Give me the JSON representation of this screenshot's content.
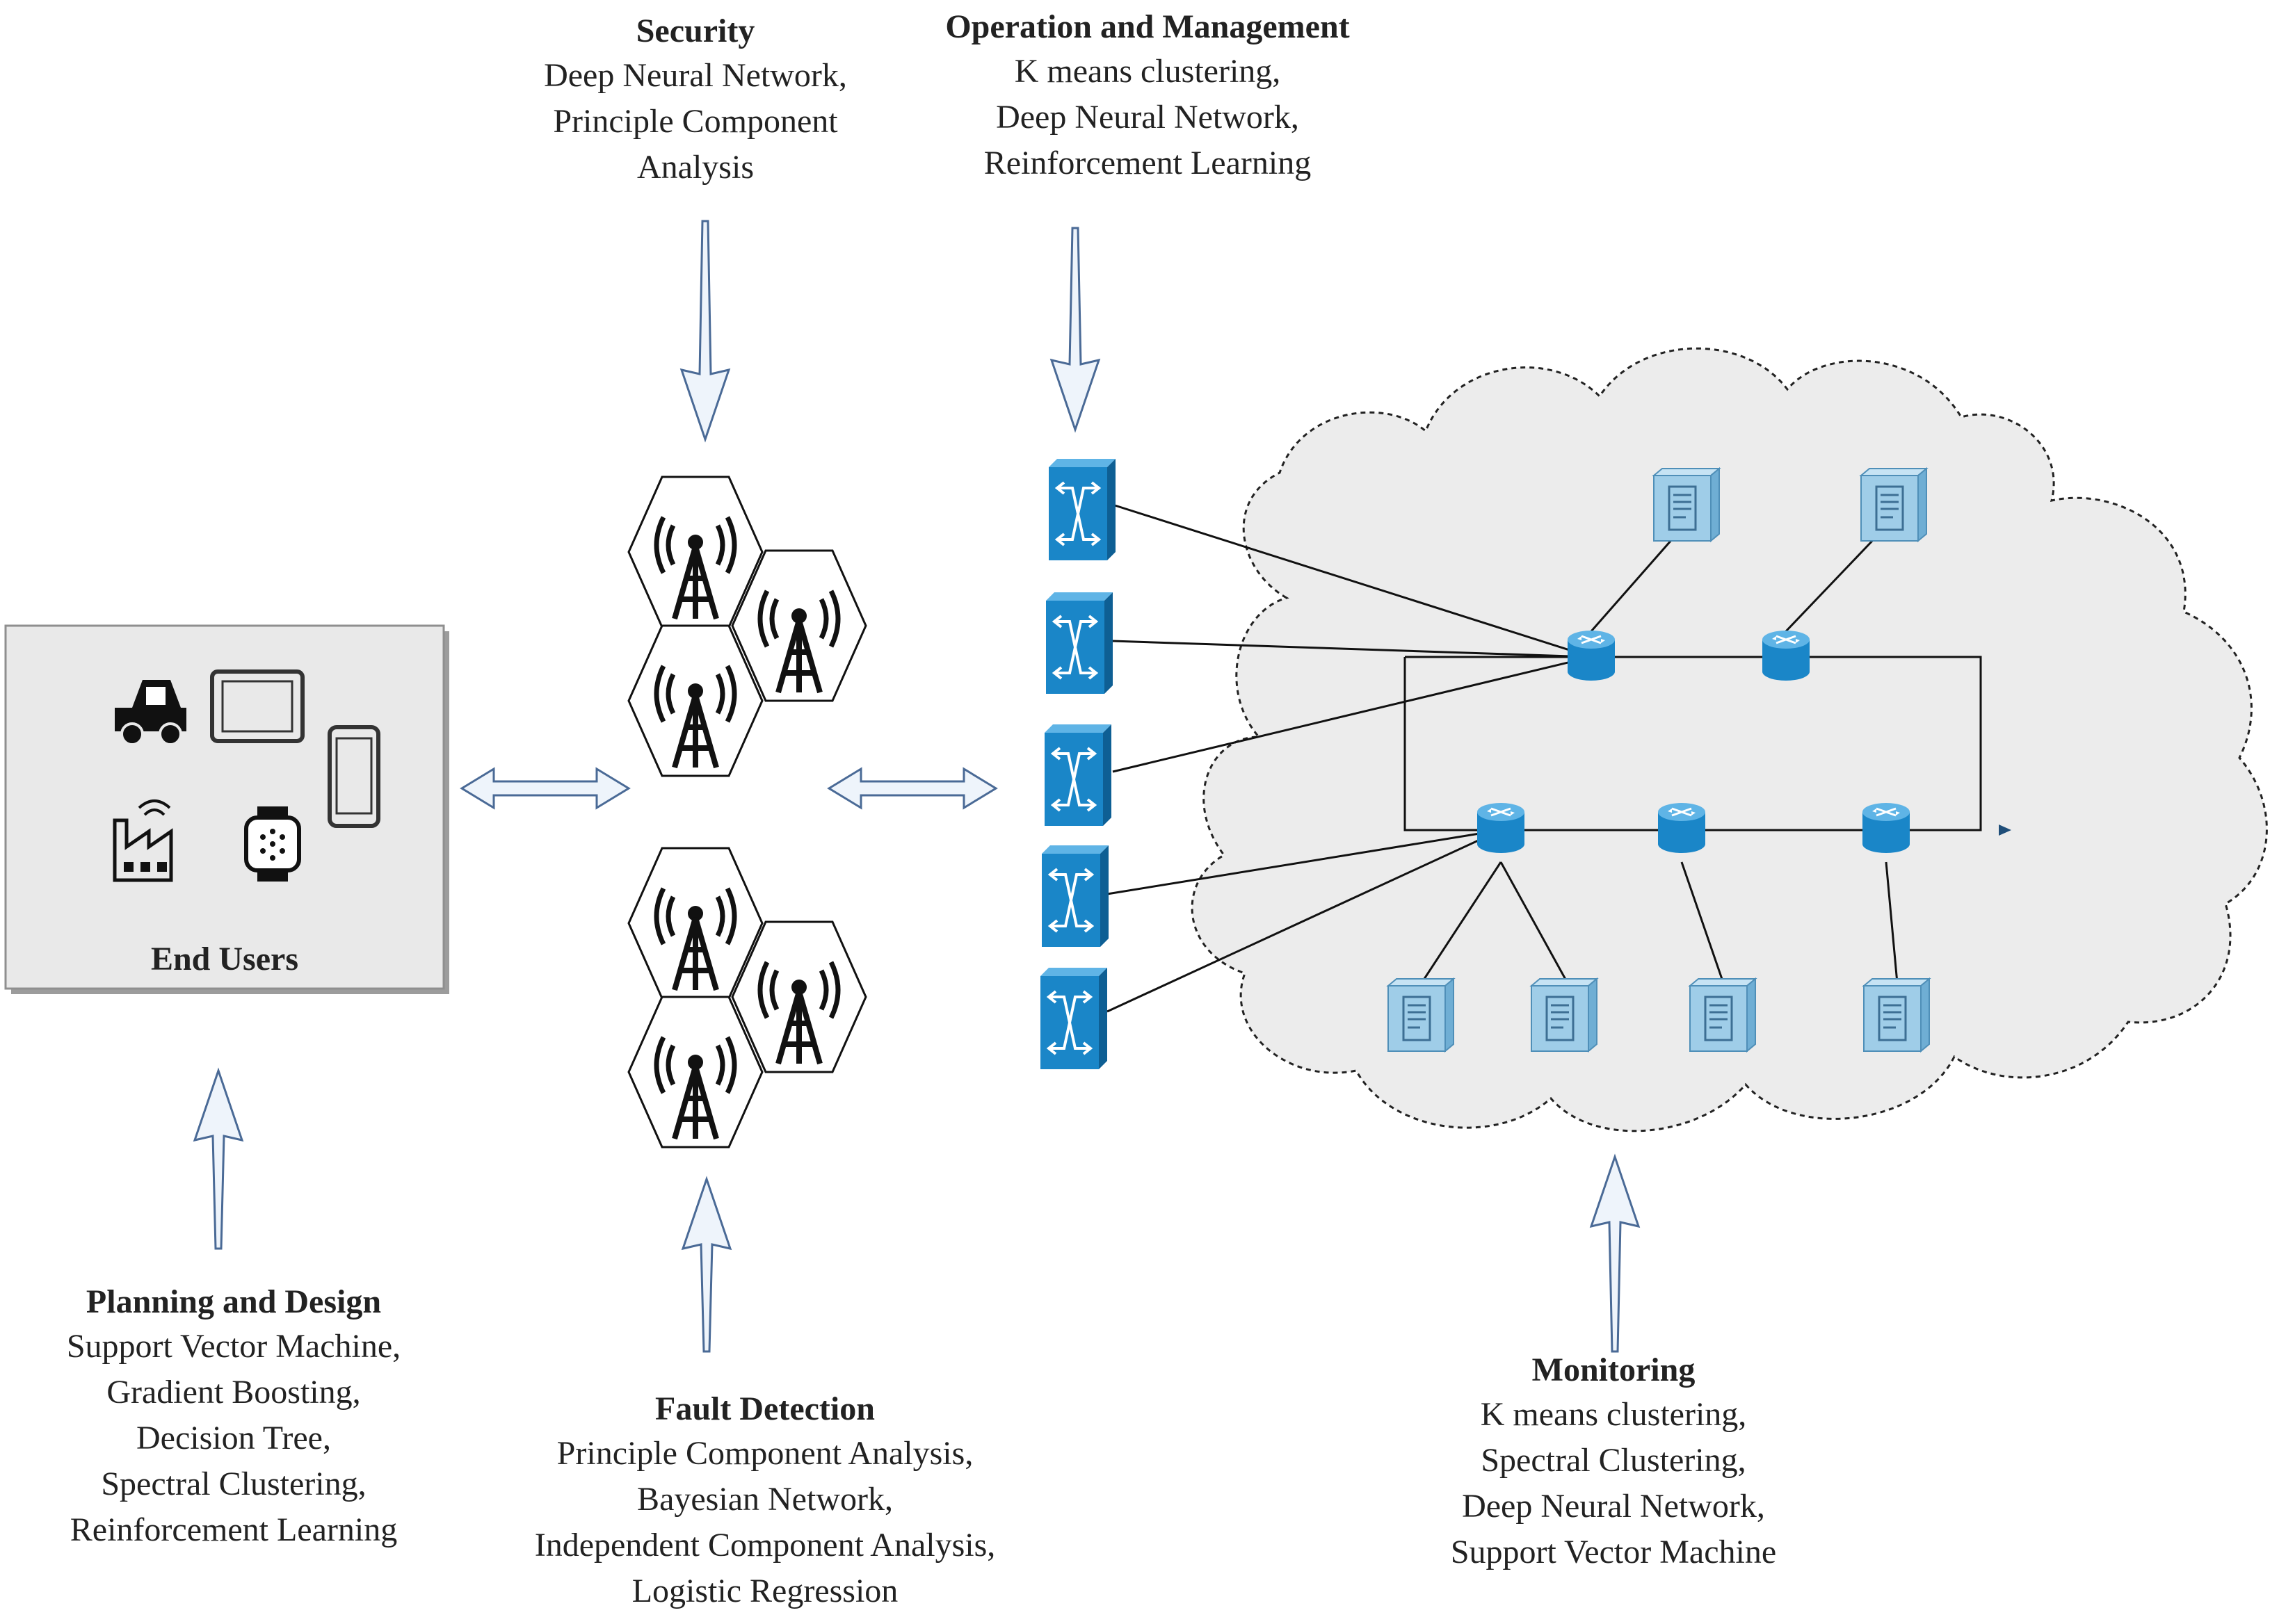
{
  "end_users": {
    "label": "End Users"
  },
  "security": {
    "title": "Security",
    "lines": [
      "Deep Neural Network,",
      "Principle Component",
      "Analysis"
    ]
  },
  "operation": {
    "title": "Operation and Management",
    "lines": [
      "K means clustering,",
      "Deep Neural Network,",
      "Reinforcement Learning"
    ]
  },
  "planning": {
    "title": "Planning and Design",
    "lines": [
      "Support Vector Machine,",
      "Gradient Boosting,",
      "Decision Tree,",
      "Spectral Clustering,",
      "Reinforcement Learning"
    ]
  },
  "fault": {
    "title": "Fault Detection",
    "lines": [
      "Principle Component Analysis,",
      "Bayesian Network,",
      "Independent Component Analysis,",
      "Logistic Regression"
    ]
  },
  "monitoring": {
    "title": "Monitoring",
    "lines": [
      "K means clustering,",
      "Spectral Clustering,",
      "Deep Neural Network,",
      "Support Vector Machine"
    ]
  },
  "colors": {
    "device_blue": "#1a86c8",
    "server_blue": "#9fcde8",
    "cloud_fill": "#ececec",
    "arrow_stroke": "#4a6a96",
    "arrow_fill": "#eef4fb"
  },
  "icons": [
    "car-icon",
    "tablet-icon",
    "phone-icon",
    "factory-icon",
    "smartwatch-icon",
    "cell-tower-icon",
    "switch-icon",
    "router-icon",
    "server-icon"
  ]
}
